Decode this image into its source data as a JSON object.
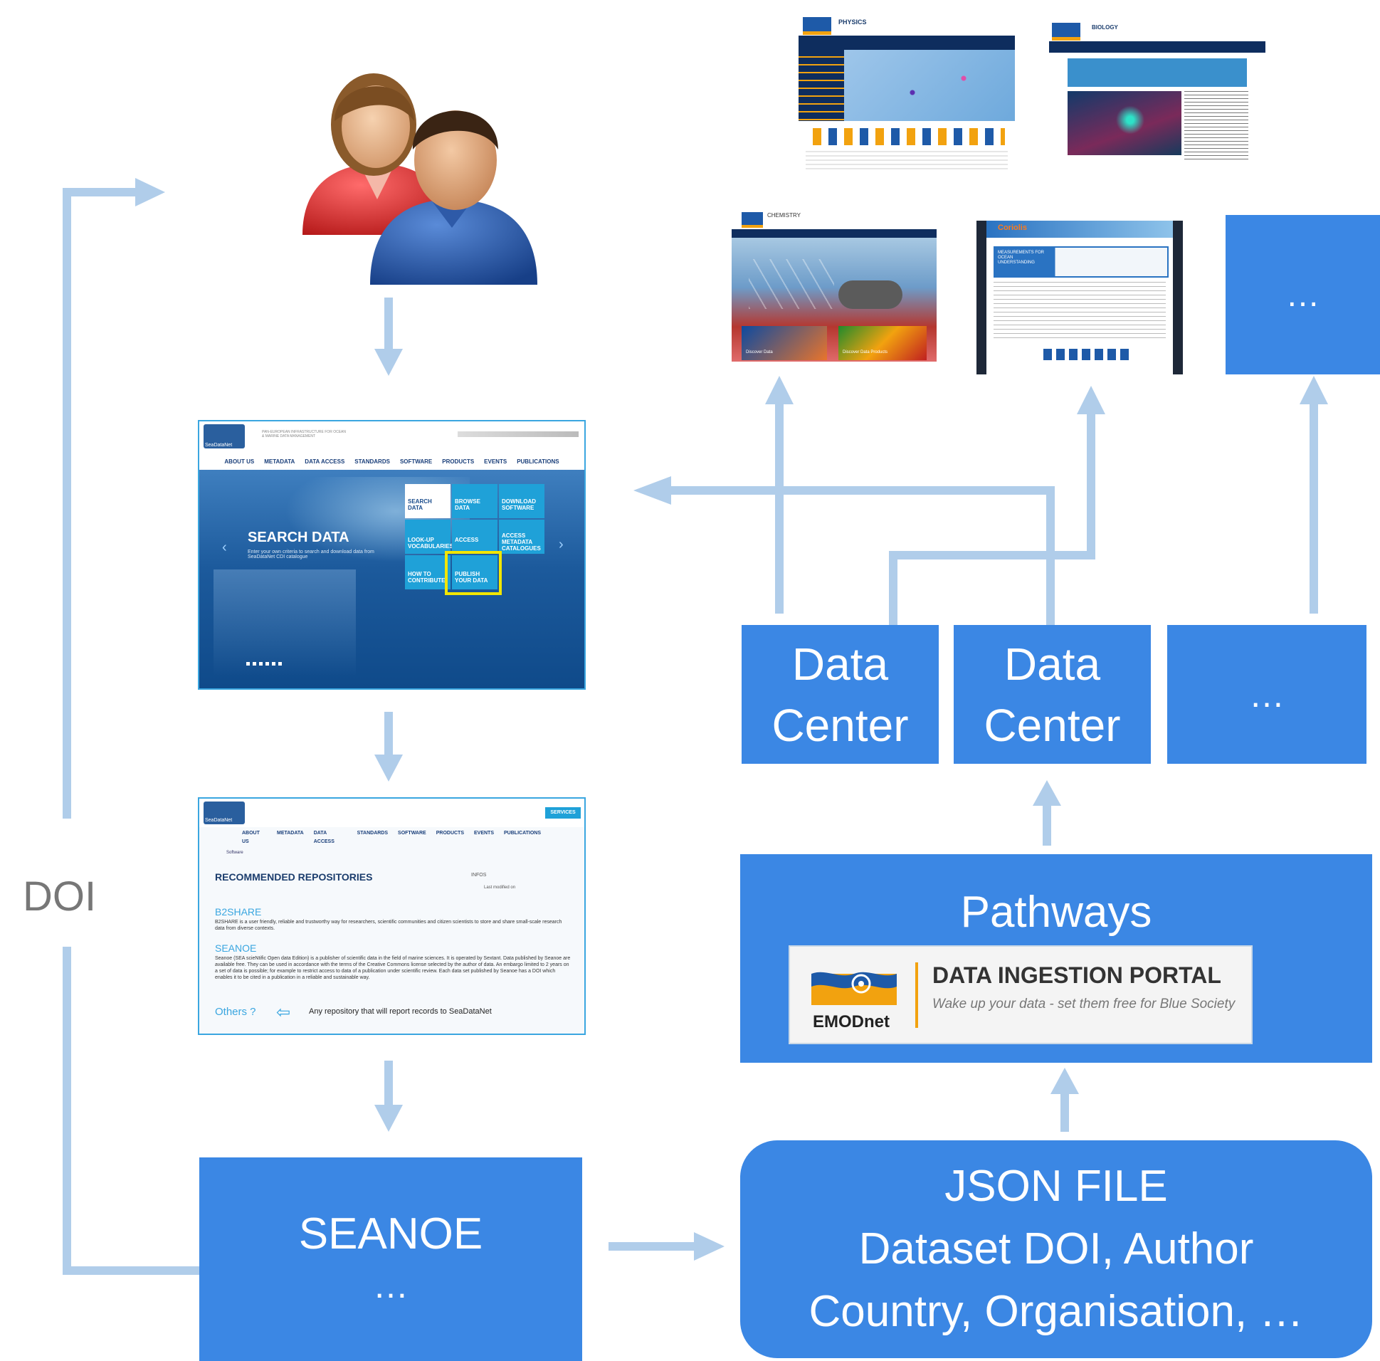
{
  "colors": {
    "box": "#3b87e4",
    "arrow": "#b0cdea",
    "highlight": "#f2e600",
    "doi": "#777777"
  },
  "icons": {
    "users": "users-icon"
  },
  "labels": {
    "doi": "DOI",
    "seanoe_title": "SEANOE",
    "seanoe_more": "…",
    "json_line1": "JSON FILE",
    "json_line2": "Dataset DOI, Author",
    "json_line3": "Country, Organisation, …",
    "pathways_title": "Pathways",
    "dc1_line1": "Data",
    "dc1_line2": "Center",
    "dc2_line1": "Data",
    "dc2_line2": "Center",
    "dc_more": "…",
    "portal_more": "…"
  },
  "portal_banner": {
    "logo_text": "EMODnet",
    "title": "DATA INGESTION PORTAL",
    "tagline": "Wake up your data - set them free for Blue Society"
  },
  "seadatanet_home": {
    "brand": "SeaDataNet",
    "subtitle": "PAN-EUROPEAN INFRASTRUCTURE FOR OCEAN & MARINE DATA MANAGEMENT",
    "nav": [
      "ABOUT US",
      "METADATA",
      "DATA ACCESS",
      "STANDARDS",
      "SOFTWARE",
      "PRODUCTS",
      "EVENTS",
      "PUBLICATIONS"
    ],
    "hero_title": "SEARCH DATA",
    "hero_text": "Enter your own criteria to search and download data from SeaDataNet CDI catalogue",
    "tiles": [
      "SEARCH DATA",
      "BROWSE DATA",
      "DOWNLOAD SOFTWARE",
      "LOOK-UP VOCABULARIES",
      "ACCESS",
      "ACCESS METADATA CATALOGUES",
      "HOW TO CONTRIBUTE",
      "PUBLISH YOUR DATA"
    ]
  },
  "seadatanet_repos": {
    "brand": "SeaDataNet",
    "services": "SERVICES",
    "nav": [
      "ABOUT US",
      "METADATA",
      "DATA ACCESS",
      "STANDARDS",
      "SOFTWARE",
      "PRODUCTS",
      "EVENTS",
      "PUBLICATIONS"
    ],
    "breadcrumb": "Software",
    "title": "RECOMMENDED REPOSITORIES",
    "infos": "INFOS",
    "last_modified": "Last modified on",
    "b2share_title": "B2SHARE",
    "b2share_text": "B2SHARE is a user friendly, reliable and trustworthy way for researchers, scientific communities and citizen scientists to store and share small-scale research data from diverse contexts.",
    "seanoe_title": "SEANOE",
    "seanoe_text": "Seanoe (SEA scieNtific Open data Edition) is a publisher of scientific data in the field of marine sciences. It is operated by Sextant. Data published by Seanoe are available free. They can be used in accordance with the terms of the Creative Commons license selected by the author of data. An embargo limited to 2 years on a set of data is possible; for example to restrict access to data of a publication under scientific review. Each data set published by Seanoe has a DOI which enables it to be cited in a publication in a reliable and sustainable way.",
    "others": "Others ?",
    "others_text": "Any repository that will report records to SeaDataNet"
  },
  "portals": {
    "physics": "PHYSICS",
    "biology": "BIOLOGY",
    "chemistry": "CHEMISTRY",
    "coriolis": "Coriolis",
    "coriolis_banner": "MEASUREMENTS FOR OCEAN UNDERSTANDING",
    "discover_data": "Discover Data",
    "discover_products": "Discover Data Products"
  }
}
